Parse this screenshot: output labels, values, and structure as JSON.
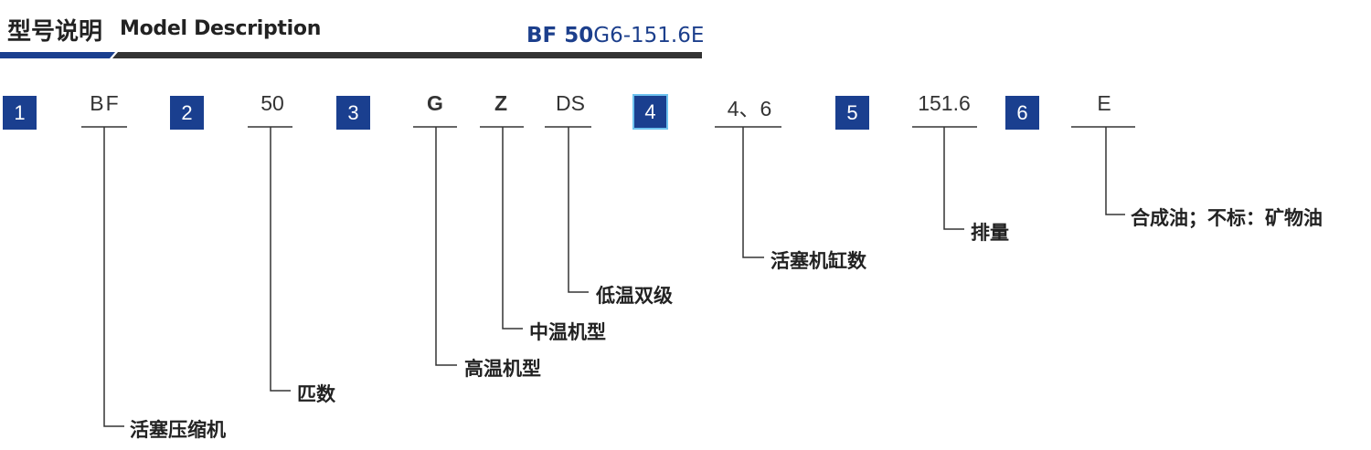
{
  "header": {
    "title_cn": "型号说明",
    "title_en": "Model Description",
    "model_prefix": "BF 50",
    "model_suffix": "G6-151.6E"
  },
  "segments": [
    {
      "index": "1",
      "code": "BF",
      "desc": "活塞压缩机"
    },
    {
      "index": "2",
      "code": "50",
      "desc": "匹数"
    },
    {
      "index": "3",
      "codes": [
        "G",
        "Z",
        "DS"
      ],
      "descs": [
        "高温机型",
        "中温机型",
        "低温双级"
      ]
    },
    {
      "index": "4",
      "code": "4、6",
      "desc": "活塞机缸数"
    },
    {
      "index": "5",
      "code": "151.6",
      "desc": "排量"
    },
    {
      "index": "6",
      "code": "E",
      "desc": "合成油；不标：矿物油"
    }
  ],
  "colors": {
    "badge": "#1a3f8f",
    "badge_highlight": "#6fc3ef",
    "accent_text": "#1c3f8c",
    "line": "#333333"
  }
}
